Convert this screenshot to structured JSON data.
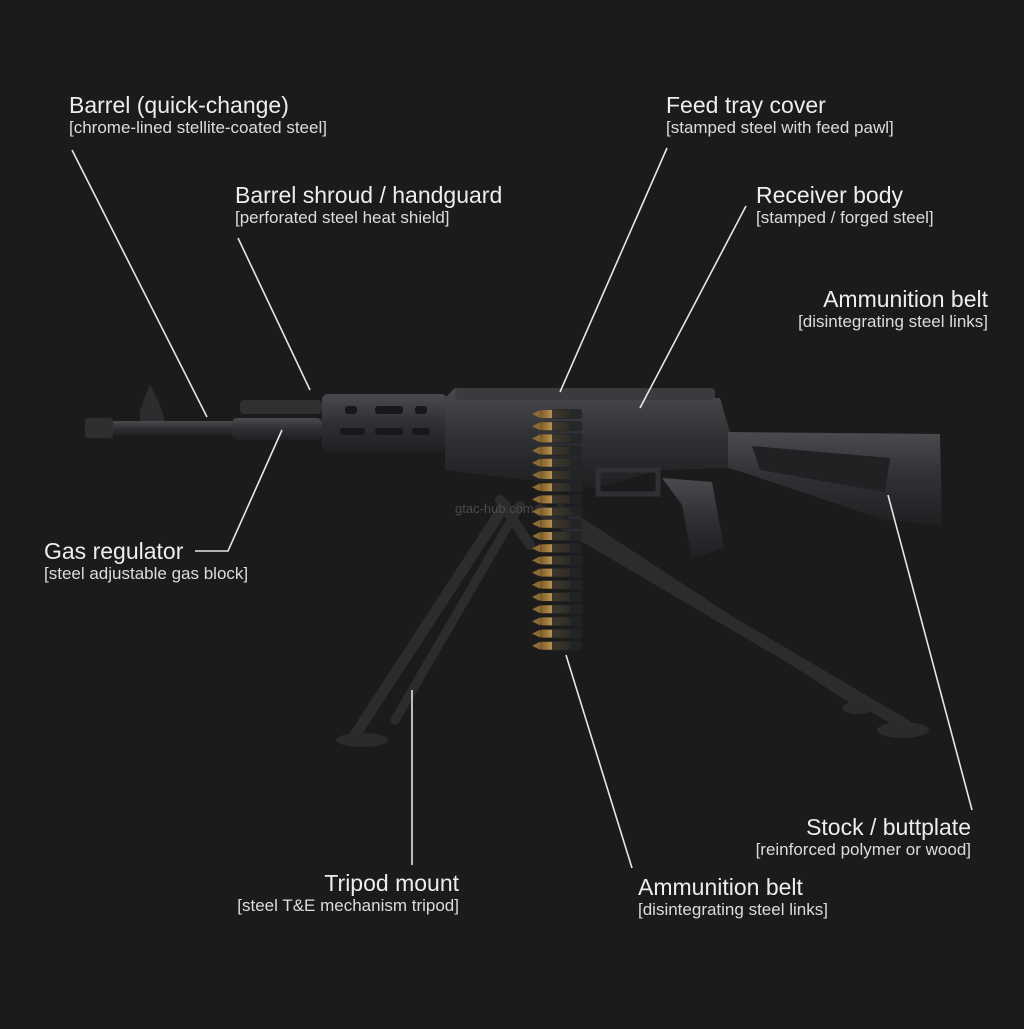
{
  "labels": {
    "barrel": {
      "title": "Barrel (quick-change)",
      "sub": "[chrome-lined stellite-coated steel]"
    },
    "shroud": {
      "title": "Barrel shroud / handguard",
      "sub": "[perforated steel heat shield]"
    },
    "feed_tray": {
      "title": "Feed tray cover",
      "sub": "[stamped steel with feed pawl]"
    },
    "receiver": {
      "title": "Receiver body",
      "sub": "[stamped / forged steel]"
    },
    "ammo_top": {
      "title": "Ammunition belt",
      "sub": "[disintegrating steel links]"
    },
    "gas": {
      "title": "Gas regulator",
      "sub": "[steel adjustable gas block]"
    },
    "stock": {
      "title": "Stock / buttplate",
      "sub": "[reinforced polymer or wood]"
    },
    "tripod": {
      "title": "Tripod mount",
      "sub": "[steel T&E mechanism tripod]"
    },
    "ammo_bottom": {
      "title": "Ammunition belt",
      "sub": "[disintegrating steel links]"
    }
  },
  "watermark": "gtac-hub.com",
  "colors": {
    "background": "#1b1b1c",
    "text": "#ededed",
    "leader": "#e6e6e6",
    "metal": "#2e2f31",
    "brass": "#b08a4a"
  }
}
